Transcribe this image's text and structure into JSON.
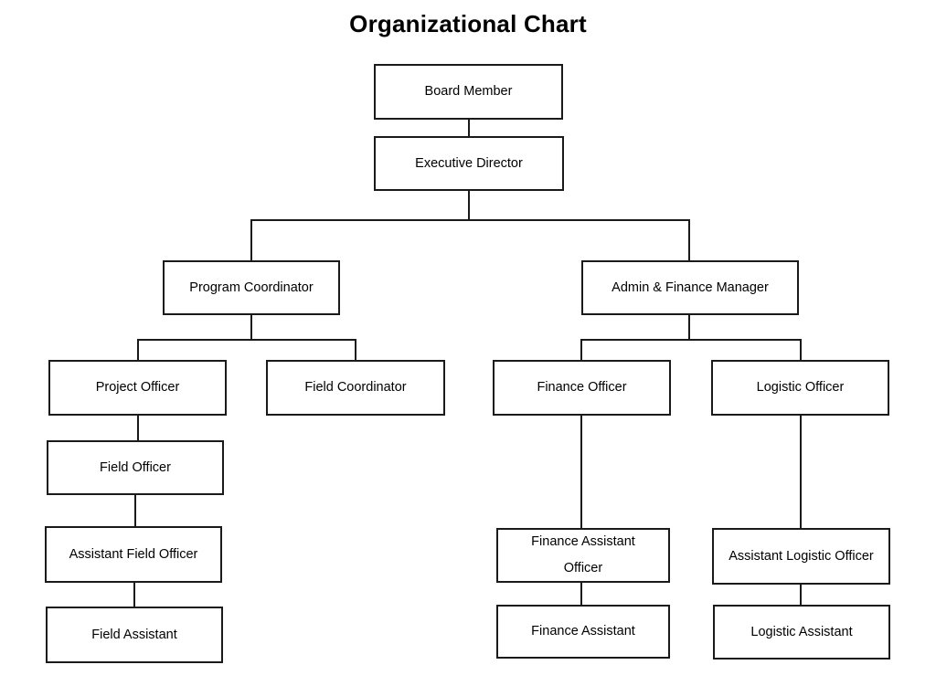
{
  "page": {
    "title": "Organizational Chart",
    "background_color": "#ffffff",
    "line_color": "#1a1a1a",
    "text_color": "#000000"
  },
  "chart_data": {
    "type": "diagram",
    "diagram_kind": "organizational-chart",
    "title": "Organizational Chart",
    "orientation": "top-down",
    "nodes": [
      {
        "id": "board-member",
        "label": "Board Member",
        "level": 0,
        "parent": null
      },
      {
        "id": "executive-director",
        "label": "Executive Director",
        "level": 1,
        "parent": "board-member"
      },
      {
        "id": "program-coordinator",
        "label": "Program Coordinator",
        "level": 2,
        "parent": "executive-director"
      },
      {
        "id": "admin-finance-manager",
        "label": "Admin & Finance Manager",
        "level": 2,
        "parent": "executive-director"
      },
      {
        "id": "project-officer",
        "label": "Project Officer",
        "level": 3,
        "parent": "program-coordinator"
      },
      {
        "id": "field-coordinator",
        "label": "Field Coordinator",
        "level": 3,
        "parent": "program-coordinator"
      },
      {
        "id": "finance-officer",
        "label": "Finance Officer",
        "level": 3,
        "parent": "admin-finance-manager"
      },
      {
        "id": "logistic-officer",
        "label": "Logistic Officer",
        "level": 3,
        "parent": "admin-finance-manager"
      },
      {
        "id": "field-officer",
        "label": "Field Officer",
        "level": 4,
        "parent": "project-officer"
      },
      {
        "id": "assistant-field-officer",
        "label": "Assistant Field Officer",
        "level": 5,
        "parent": "field-officer"
      },
      {
        "id": "field-assistant",
        "label": "Field Assistant",
        "level": 6,
        "parent": "assistant-field-officer"
      },
      {
        "id": "finance-assistant-officer",
        "label": "Finance Assistant Officer",
        "label_line1": "Finance Assistant",
        "label_line2": "Officer",
        "level": 5,
        "parent": "finance-officer"
      },
      {
        "id": "finance-assistant",
        "label": "Finance Assistant",
        "level": 6,
        "parent": "finance-assistant-officer"
      },
      {
        "id": "assistant-logistic-officer",
        "label": "Assistant Logistic Officer",
        "level": 5,
        "parent": "logistic-officer"
      },
      {
        "id": "logistic-assistant",
        "label": "Logistic Assistant",
        "level": 6,
        "parent": "assistant-logistic-officer"
      }
    ],
    "edges": [
      {
        "from": "board-member",
        "to": "executive-director"
      },
      {
        "from": "executive-director",
        "to": "program-coordinator"
      },
      {
        "from": "executive-director",
        "to": "admin-finance-manager"
      },
      {
        "from": "program-coordinator",
        "to": "project-officer"
      },
      {
        "from": "program-coordinator",
        "to": "field-coordinator"
      },
      {
        "from": "admin-finance-manager",
        "to": "finance-officer"
      },
      {
        "from": "admin-finance-manager",
        "to": "logistic-officer"
      },
      {
        "from": "project-officer",
        "to": "field-officer"
      },
      {
        "from": "field-officer",
        "to": "assistant-field-officer"
      },
      {
        "from": "assistant-field-officer",
        "to": "field-assistant"
      },
      {
        "from": "finance-officer",
        "to": "finance-assistant-officer"
      },
      {
        "from": "finance-assistant-officer",
        "to": "finance-assistant"
      },
      {
        "from": "logistic-officer",
        "to": "assistant-logistic-officer"
      },
      {
        "from": "assistant-logistic-officer",
        "to": "logistic-assistant"
      }
    ]
  }
}
